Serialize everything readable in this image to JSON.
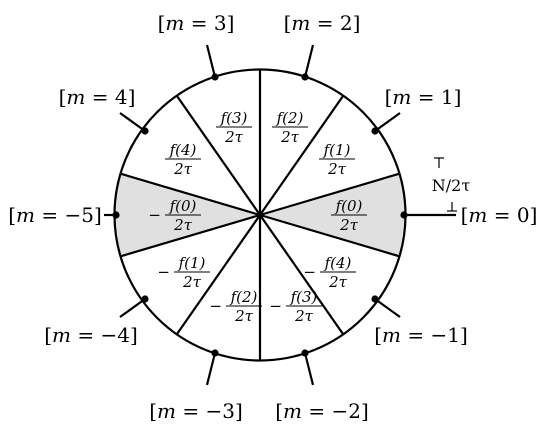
{
  "markers": [
    {
      "m": "3"
    },
    {
      "m": "2"
    },
    {
      "m": "4"
    },
    {
      "m": "1"
    },
    {
      "m": "−5"
    },
    {
      "m": "0"
    },
    {
      "m": "−4"
    },
    {
      "m": "−1"
    },
    {
      "m": "−3"
    },
    {
      "m": "−2"
    }
  ],
  "marker_prefix": "[m = ",
  "marker_suffix": "]",
  "sectors": [
    {
      "sign": "",
      "num": "f(3)",
      "den": "2τ"
    },
    {
      "sign": "",
      "num": "f(2)",
      "den": "2τ"
    },
    {
      "sign": "",
      "num": "f(4)",
      "den": "2τ"
    },
    {
      "sign": "",
      "num": "f(1)",
      "den": "2τ"
    },
    {
      "sign": "−",
      "num": "f(0)",
      "den": "2τ"
    },
    {
      "sign": "",
      "num": "f(0)",
      "den": "2τ"
    },
    {
      "sign": "−",
      "num": "f(1)",
      "den": "2τ"
    },
    {
      "sign": "−",
      "num": "f(4)",
      "den": "2τ"
    },
    {
      "sign": "−",
      "num": "f(2)",
      "den": "2τ"
    },
    {
      "sign": "−",
      "num": "f(3)",
      "den": "2τ"
    }
  ],
  "gap_label": "N/2τ"
}
